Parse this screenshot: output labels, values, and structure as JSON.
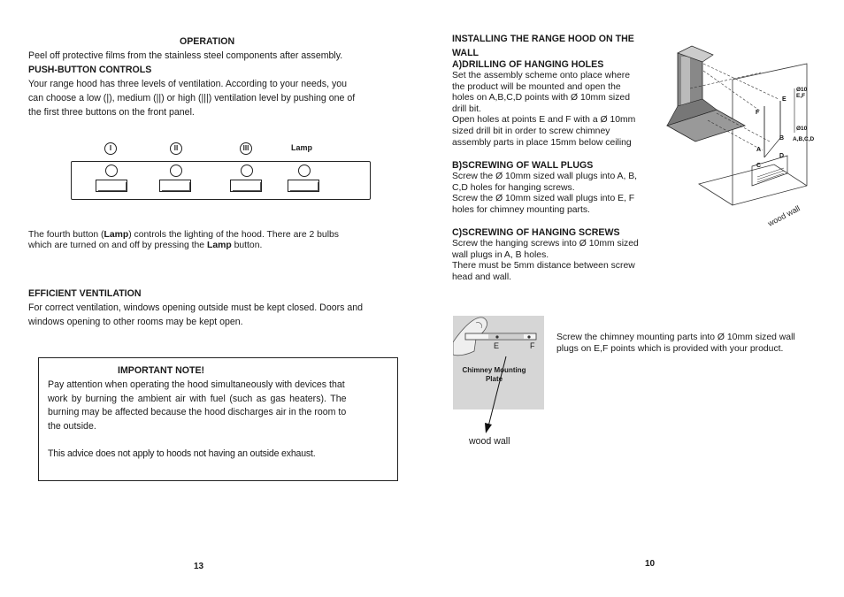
{
  "left": {
    "operation_title": "OPERATION",
    "operation_text": "Peel off protective films from the stainless steel components after assembly.",
    "push_title": "PUSH-BUTTON CONTROLS",
    "push_text_1": "Your range hood has three levels of ventilation.  According to your needs, you",
    "push_text_2": "can choose a low (|), medium (||) or high (|||) ventilation level by pushing one of",
    "push_text_3": "the first three buttons on the front panel.",
    "buttons": {
      "b1": "I",
      "b2": "II",
      "b3": "III",
      "lamp": "Lamp"
    },
    "lamp_text_pre": "The fourth button (",
    "lamp_bold": "Lamp",
    "lamp_text_mid": ") controls the lighting of the hood.  There are 2 bulbs",
    "lamp_text_2_pre": "which are turned on and off by pressing the ",
    "lamp_bold_2": "Lamp",
    "lamp_text_2_post": " button.",
    "eff_title": "EFFICIENT VENTILATION",
    "eff_text_1": "For correct ventilation, windows opening outside must be kept closed.  Doors and",
    "eff_text_2": "windows opening to other rooms may be kept open.",
    "note_title": "IMPORTANT NOTE!",
    "note_text_1": "Pay attention when operating the hood simultaneously with devices that",
    "note_text_2": "work by burning the ambient air with fuel (such as gas heaters).  The",
    "note_text_3": "burning may be affected because the hood discharges air in the room to",
    "note_text_4": "the outside.",
    "note_text_5": "This advice does not apply to hoods not having an outside exhaust.",
    "page_number": "13"
  },
  "right": {
    "install_title_1": "INSTALLING THE RANGE HOOD ON THE",
    "install_title_2": "WALL",
    "a_title": "A)DRILLING OF HANGING HOLES",
    "a_lines": [
      " Set the assembly scheme onto place where",
      "the product will be mounted and open the",
      "holes on A,B,C,D points with Ø 10mm sized",
      "drill bit.",
      "Open holes at points E and F with a Ø 10mm",
      "sized drill bit in order to screw chimney",
      "assembly parts in place 15mm below ceiling"
    ],
    "b_title": "B)SCREWING OF WALL PLUGS",
    "b_lines": [
      "Screw the Ø 10mm sized wall plugs into A, B,",
      "C,D holes for hanging screws.",
      "Screw the Ø 10mm sized wall plugs into E, F",
      "holes for chimney mounting parts."
    ],
    "c_title": "C)SCREWING OF HANGING SCREWS",
    "c_lines": [
      "Screw the hanging screws into Ø 10mm sized",
      "wall plugs in A, B holes.",
      "There must be 5mm distance between screw",
      "head and wall."
    ],
    "diagram_labels": {
      "E": "E",
      "F": "F",
      "A": "A",
      "B": "B",
      "C": "C",
      "D": "D",
      "d1": "Ø10",
      "ef": "E,F",
      "d2": "Ø10",
      "abcd": "A,B,C,D",
      "wood_wall": "wood wall"
    },
    "photo": {
      "E": "E",
      "F": "F",
      "plate_1": "Chimney Mounting",
      "plate_2": "Plate"
    },
    "wood_wall_2": "wood wall",
    "chimney_text_1": "Screw the chimney mounting parts into Ø 10mm sized wall",
    "chimney_text_2": "plugs on E,F points which is provided with your product.",
    "page_number": "10"
  }
}
